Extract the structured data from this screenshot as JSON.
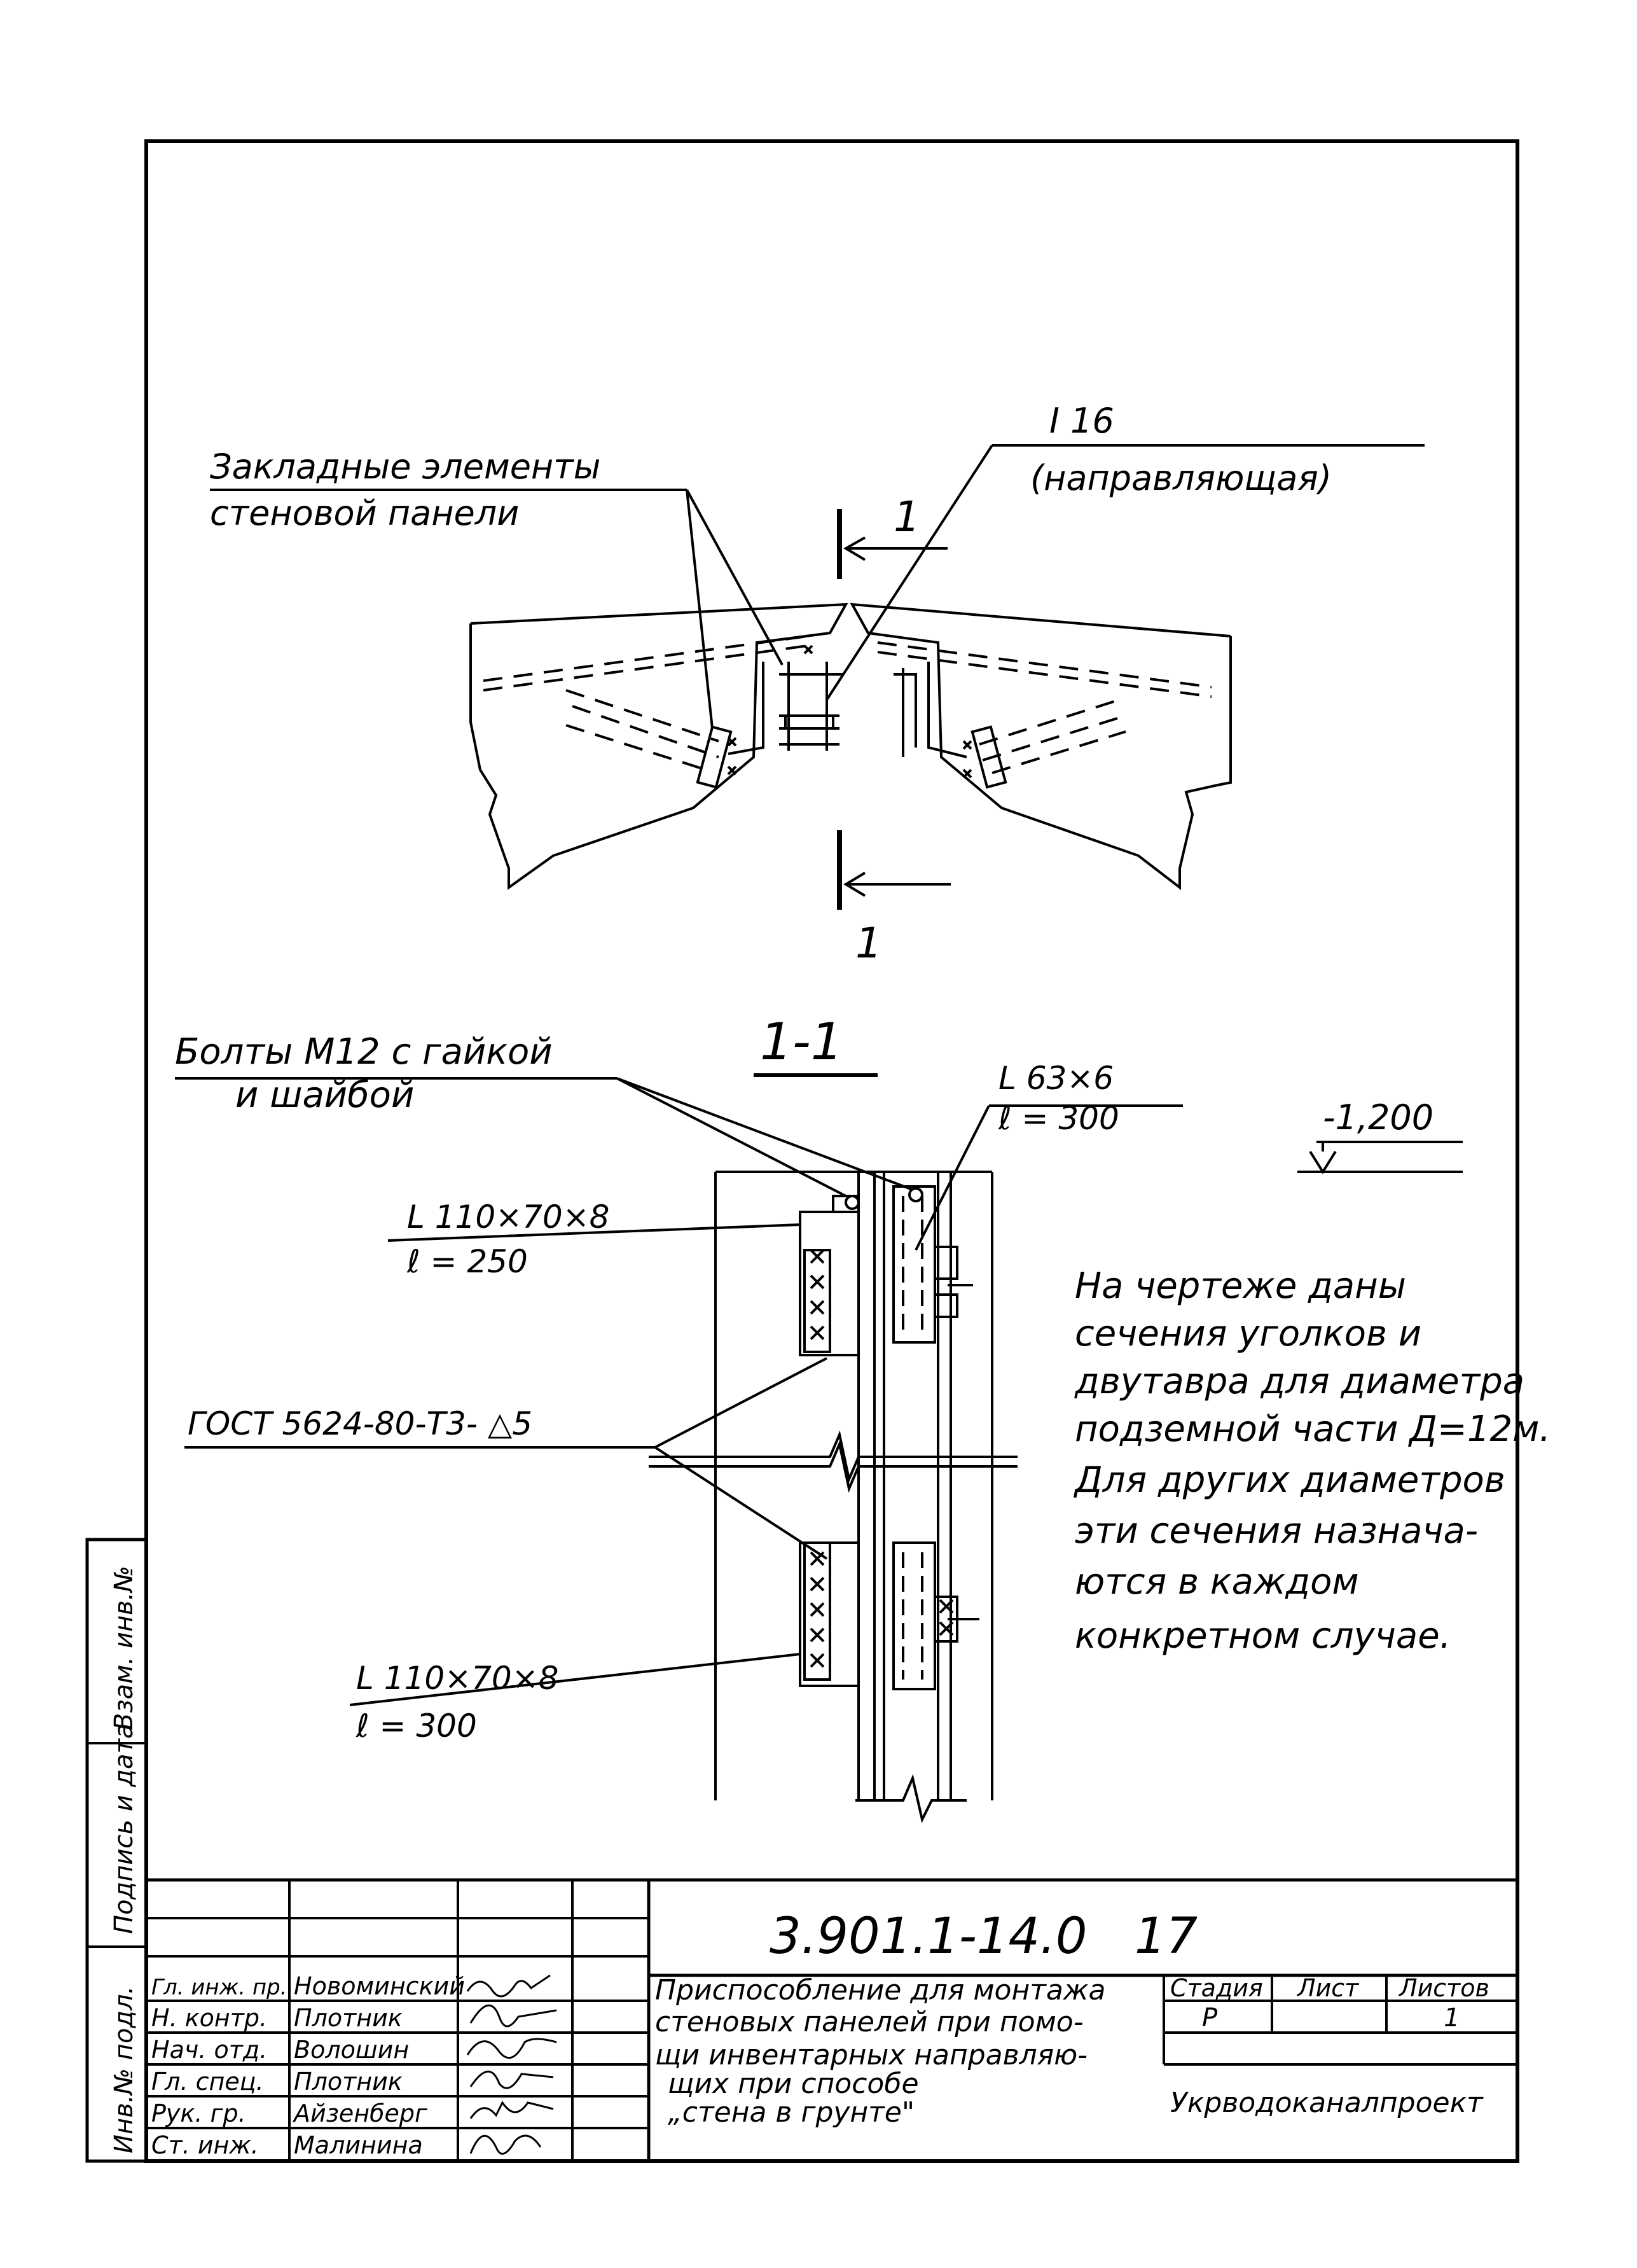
{
  "top_view": {
    "label_embedded": [
      "Закладные элементы",
      "стеновой панели"
    ],
    "label_beam": [
      "I 16",
      "(направляющая)"
    ],
    "section_mark_top": "1",
    "section_mark_bottom": "1"
  },
  "section": {
    "title": "1-1",
    "bolts": [
      "Болты М12 с гайкой",
      "и шайбой"
    ],
    "angle_small": [
      "L 63×6",
      "ℓ = 300"
    ],
    "elevation": "-1,200",
    "angle_top": [
      "L 110×70×8",
      "ℓ = 250"
    ],
    "gost": "ГОСТ 5624-80-Т3- △5",
    "angle_bottom": [
      "L 110×70×8",
      "ℓ = 300"
    ]
  },
  "note": [
    "На чертеже даны",
    "сечения уголков и",
    "двутавра для диаметра",
    "подземной части Д=12м.",
    "Для других диаметров",
    "эти сечения назнача-",
    "ются в каждом",
    "конкретном случае."
  ],
  "side_stamp": [
    "Инв.№ подл.",
    "Подпись и дата",
    "Взам. инв.№"
  ],
  "title_block": {
    "doc_code": "3.901.1-14.0   17",
    "title_lines": [
      "Приспособление для монтажа",
      "стеновых панелей при помо-",
      "щи инвентарных направляю-",
      "щих при способе",
      "„стена в грунте\""
    ],
    "stage_header": "Стадия",
    "sheet_header": "Лист",
    "sheets_header": "Листов",
    "stage": "Р",
    "sheets": "1",
    "organization": "Укрводоканалпроект",
    "roles": [
      {
        "role": "Гл. инж. пр.",
        "name": "Новоминский"
      },
      {
        "role": "Н. контр.",
        "name": "Плотник"
      },
      {
        "role": "Нач. отд.",
        "name": "Волошин"
      },
      {
        "role": "Гл. спец.",
        "name": "Плотник"
      },
      {
        "role": "Рук. гр.",
        "name": "Айзенберг"
      },
      {
        "role": "Ст. инж.",
        "name": "Малинина"
      }
    ]
  }
}
